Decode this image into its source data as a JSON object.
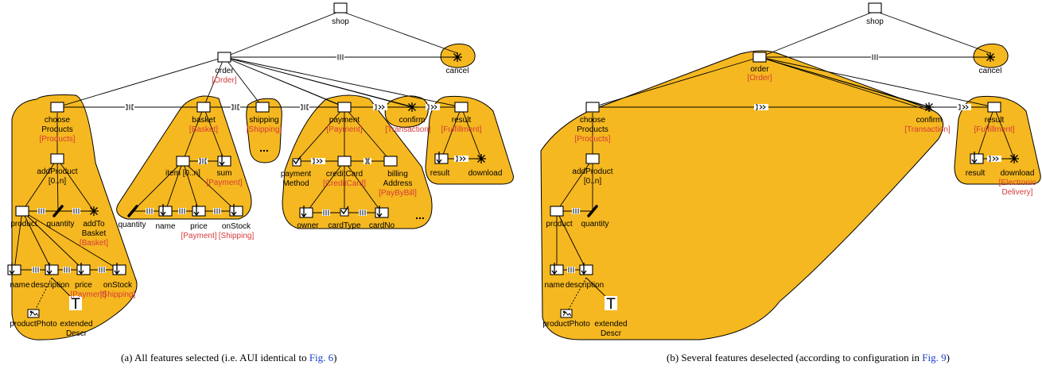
{
  "colors": {
    "region": "#f5b820",
    "feature": "#d63a3a",
    "link": "#1a3fc8",
    "line": "#000000"
  },
  "icons": {
    "task": "rectangle",
    "arrow": "down-arrow-in-box",
    "cancel": "asterisk",
    "edit": "pen-icon",
    "check": "check-box-icon",
    "image": "image-icon",
    "text": "T-icon"
  },
  "captions": {
    "a": {
      "label": "(a)",
      "text": "All features selected (i.e. AUI identical to",
      "ref": "Fig. 6",
      "close": ")"
    },
    "b": {
      "label": "(b)",
      "text": "Several features deselected (according to configuration in",
      "ref": "Fig. 9",
      "close": ")"
    }
  },
  "panel_a": {
    "shop": "shop",
    "order": "order",
    "order_tag": "[Order]",
    "cancel": "cancel",
    "choose": [
      "choose",
      "Products"
    ],
    "choose_tag": "[Products]",
    "addProduct": [
      "addProduct",
      "[0..n]"
    ],
    "product": "product",
    "quantity": "quantity",
    "addToBasket": [
      "addTo",
      "Basket"
    ],
    "addToBasket_tag": "[Basket]",
    "name": "name",
    "description": "description",
    "price": "price",
    "onStock": "onStock",
    "price_tag": "[Payment]",
    "onStock_tag": "[Shipping]",
    "productPhoto": "productPhoto",
    "extendedDescr": [
      "extended",
      "Descr"
    ],
    "basket": "basket",
    "basket_tag": "[Basket]",
    "item": "item [0..n]",
    "sum": "sum",
    "sum_tag": "[Payment]",
    "item_quantity": "quantity",
    "item_name": "name",
    "item_price": "price",
    "item_onStock": "onStock",
    "item_price_tag": "[Payment]",
    "item_onStock_tag": "[Shipping]",
    "shipping": "shipping",
    "shipping_tag": "[Shipping]",
    "ellipsis": "...",
    "payment": "payment",
    "payment_tag": "[Payment]",
    "paymentMethod": [
      "payment",
      "Method"
    ],
    "creditCard": "creditCard",
    "creditCard_tag": "[CreditCard]",
    "billing": [
      "billing",
      "Address"
    ],
    "billing_tag": "[PayByBill]",
    "owner": "owner",
    "cardType": "cardType",
    "cardNo": "cardNo",
    "confirm": "confirm",
    "confirm_tag": "[Transaction]",
    "result": "result",
    "result_tag": "[Fulfillment]",
    "result2": "result",
    "download": "download"
  },
  "panel_b": {
    "shop": "shop",
    "order": "order",
    "order_tag": "[Order]",
    "cancel": "cancel",
    "choose": [
      "choose",
      "Products"
    ],
    "choose_tag": "[Products]",
    "addProduct": [
      "addProduct",
      "[0..n]"
    ],
    "product": "product",
    "quantity": "quantity",
    "name": "name",
    "description": "description",
    "productPhoto": "productPhoto",
    "extendedDescr": [
      "extended",
      "Descr"
    ],
    "confirm": "confirm",
    "confirm_tag": "[Transaction]",
    "result": "result",
    "result_tag": "[Fulfillment]",
    "result2": "result",
    "download": "download",
    "download_tag": [
      "[Electronic",
      "Delivery]"
    ]
  }
}
